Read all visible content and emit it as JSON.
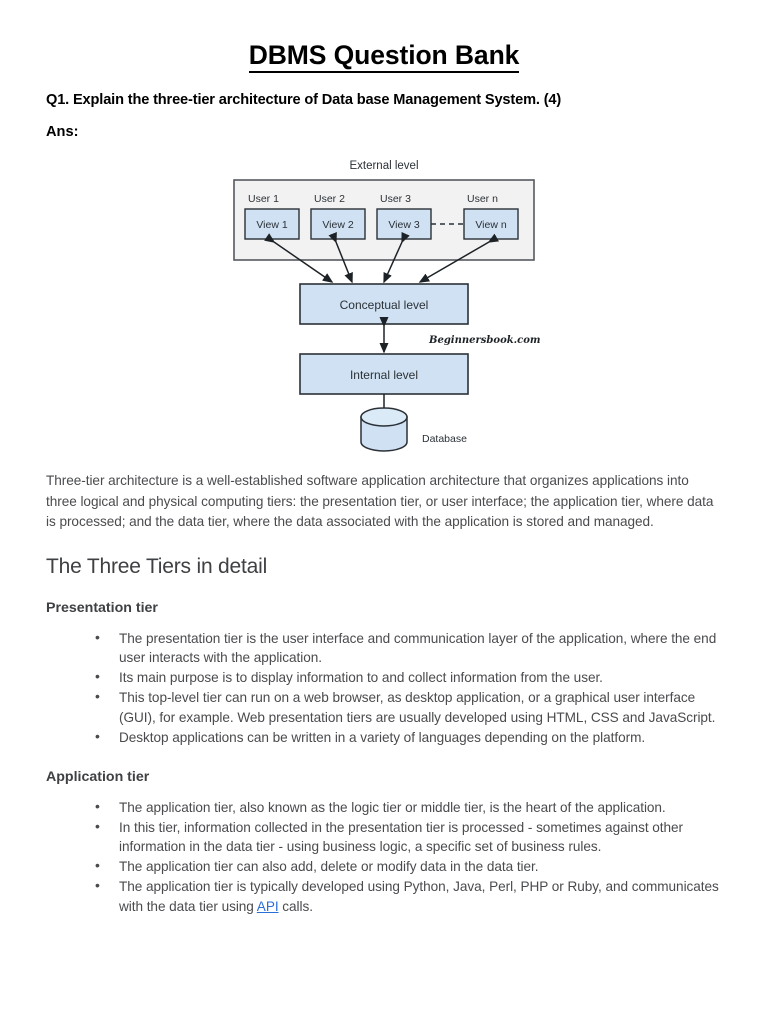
{
  "document": {
    "title": "DBMS Question Bank",
    "question": "Q1. Explain the three-tier architecture of Data base Management System. (4)",
    "answer_label": "Ans:",
    "intro_paragraph": "Three-tier architecture is a well-established software application architecture that organizes applications into three logical and physical computing tiers: the presentation tier, or user interface; the application tier, where data is processed; and the data tier, where the data associated with the application is stored and managed.",
    "section_heading": "The Three Tiers in detail",
    "sections": [
      {
        "heading": "Presentation tier",
        "bullets": [
          "The presentation tier is the user interface and communication layer of the application, where the end user interacts with the application.",
          "Its main purpose is to display information to and collect information from the user.",
          "This top-level tier can run on a web browser, as desktop application, or a graphical user interface (GUI), for example. Web presentation tiers are usually developed using HTML, CSS and JavaScript.",
          "Desktop applications can be written in a variety of languages depending on the platform."
        ]
      },
      {
        "heading": "Application tier",
        "bullets": [
          "The application tier, also known as the logic tier or middle tier, is the heart of the application.",
          "In this tier, information collected in the presentation tier is processed - sometimes against other information in the data tier - using business logic, a specific set of business rules.",
          "The application tier can also add, delete or modify data in the data tier.",
          "The application tier is typically developed using Python, Java, Perl, PHP or Ruby, and communicates with the data tier using API calls."
        ],
        "last_bullet_parts": {
          "before": "The application tier is typically developed using Python, Java, Perl, PHP or Ruby, and communicates with the data tier using ",
          "link": "API",
          "after": " calls."
        }
      }
    ]
  },
  "figure": {
    "alt": "three-tier database architecture diagram",
    "external_level_label": "External level",
    "users": [
      "User 1",
      "User 2",
      "User 3",
      "User n"
    ],
    "views": [
      "View 1",
      "View 2",
      "View 3",
      "View n"
    ],
    "conceptual_level_label": "Conceptual level",
    "internal_level_label": "Internal level",
    "database_label": "Database",
    "watermark": "Beginnersbook.com",
    "colors": {
      "box_fill": "#cfe1f2",
      "box_stroke": "#2b3137",
      "container_fill": "#f2f2f2",
      "container_stroke": "#555a5f",
      "arrow": "#1d2226",
      "text": "#2b3137"
    }
  }
}
